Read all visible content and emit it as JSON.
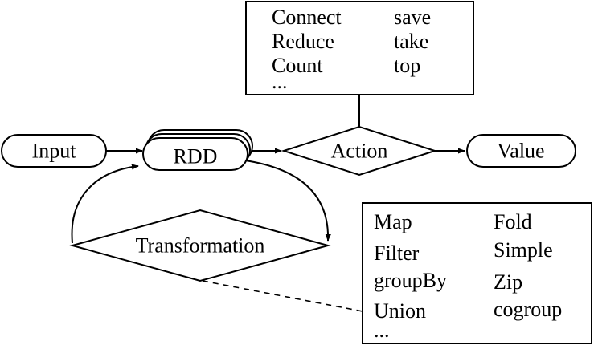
{
  "nodes": {
    "input": "Input",
    "rdd": "RDD",
    "action": "Action",
    "value": "Value",
    "transformation": "Transformation"
  },
  "action_ops": {
    "col1": [
      "Connect",
      "Reduce",
      "Count",
      "..."
    ],
    "col2": [
      "save",
      "take",
      "top"
    ]
  },
  "transformation_ops": {
    "col1": [
      "Map",
      "Filter",
      "groupBy",
      "Union",
      "..."
    ],
    "col2": [
      "Fold",
      "Simple",
      "Zip",
      "cogroup"
    ]
  }
}
